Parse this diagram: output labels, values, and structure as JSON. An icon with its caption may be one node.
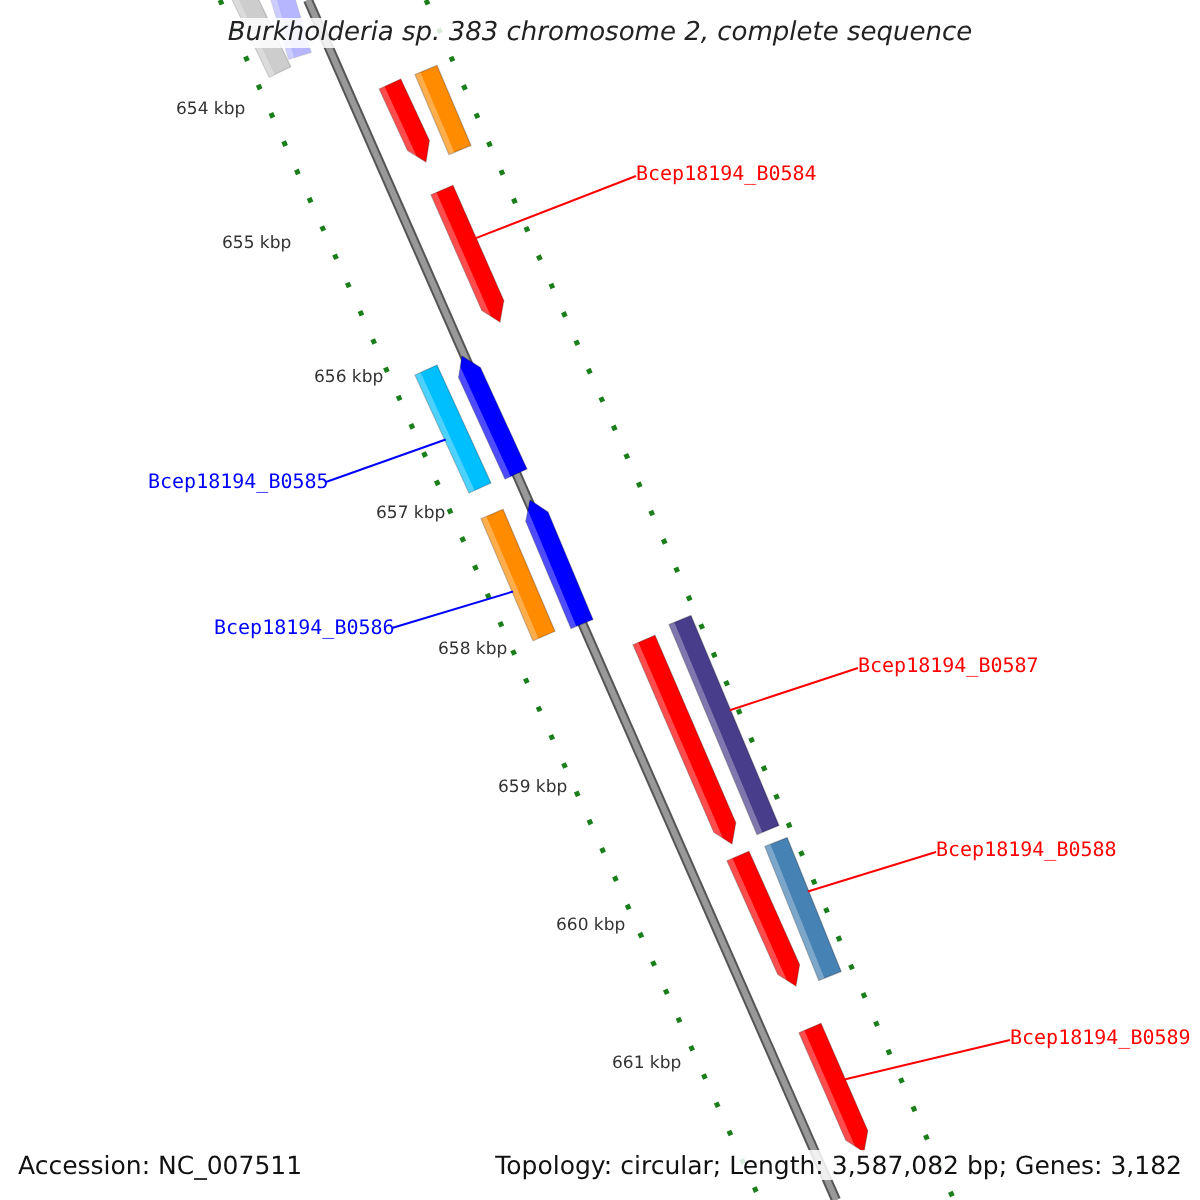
{
  "diagram": {
    "title": "Burkholderia sp. 383 chromosome 2, complete sequence",
    "nodes": [
      {
        "text": [],
        "shape": "bar"
      },
      {
        "text": [],
        "shape": "bar"
      },
      {
        "text": [],
        "shape": "bar"
      },
      {
        "text": [],
        "shape": "bar"
      },
      {
        "text": [],
        "shape": "bar"
      },
      {
        "text": [],
        "shape": "bar"
      },
      {
        "text": [],
        "shape": "bar"
      },
      {
        "text": [],
        "shape": "bar"
      },
      {
        "text": [],
        "shape": "bar"
      },
      {
        "text": [],
        "shape": "bar"
      },
      {
        "text": [],
        "shape": "bar"
      },
      {
        "text": [],
        "shape": "bar"
      },
      {
        "text": [],
        "shape": "bar"
      },
      {
        "text": [],
        "shape": "bar"
      },
      {
        "text": [
          "Bcep18194_B0584"
        ]
      },
      {
        "text": [
          "Bcep18194_B0585"
        ]
      },
      {
        "text": [
          "Bcep18194_B0586"
        ]
      },
      {
        "text": [
          "Bcep18194_B0587"
        ]
      },
      {
        "text": [
          "Bcep18194_B0588"
        ]
      },
      {
        "text": [
          "Bcep18194_B0589"
        ]
      }
    ],
    "edges": [
      {
        "from": 14,
        "to": 4,
        "arrow": "none"
      },
      {
        "from": 15,
        "to": 5,
        "arrow": "none",
        "color": "#0000ff"
      },
      {
        "from": 16,
        "to": 7,
        "arrow": "none",
        "color": "#0000ff"
      },
      {
        "from": 17,
        "to": 10,
        "arrow": "none"
      },
      {
        "from": 18,
        "to": 12,
        "arrow": "none"
      },
      {
        "from": 19,
        "to": 13,
        "arrow": "none"
      }
    ],
    "labels": [
      "654 kbp",
      "655 kbp",
      "656 kbp",
      "657 kbp",
      "658 kbp",
      "659 kbp",
      "660 kbp",
      "661 kbp",
      "Accession: NC_007511",
      "Topology: circular; Length: 3,587,082 bp; Genes: 3,182"
    ]
  }
}
